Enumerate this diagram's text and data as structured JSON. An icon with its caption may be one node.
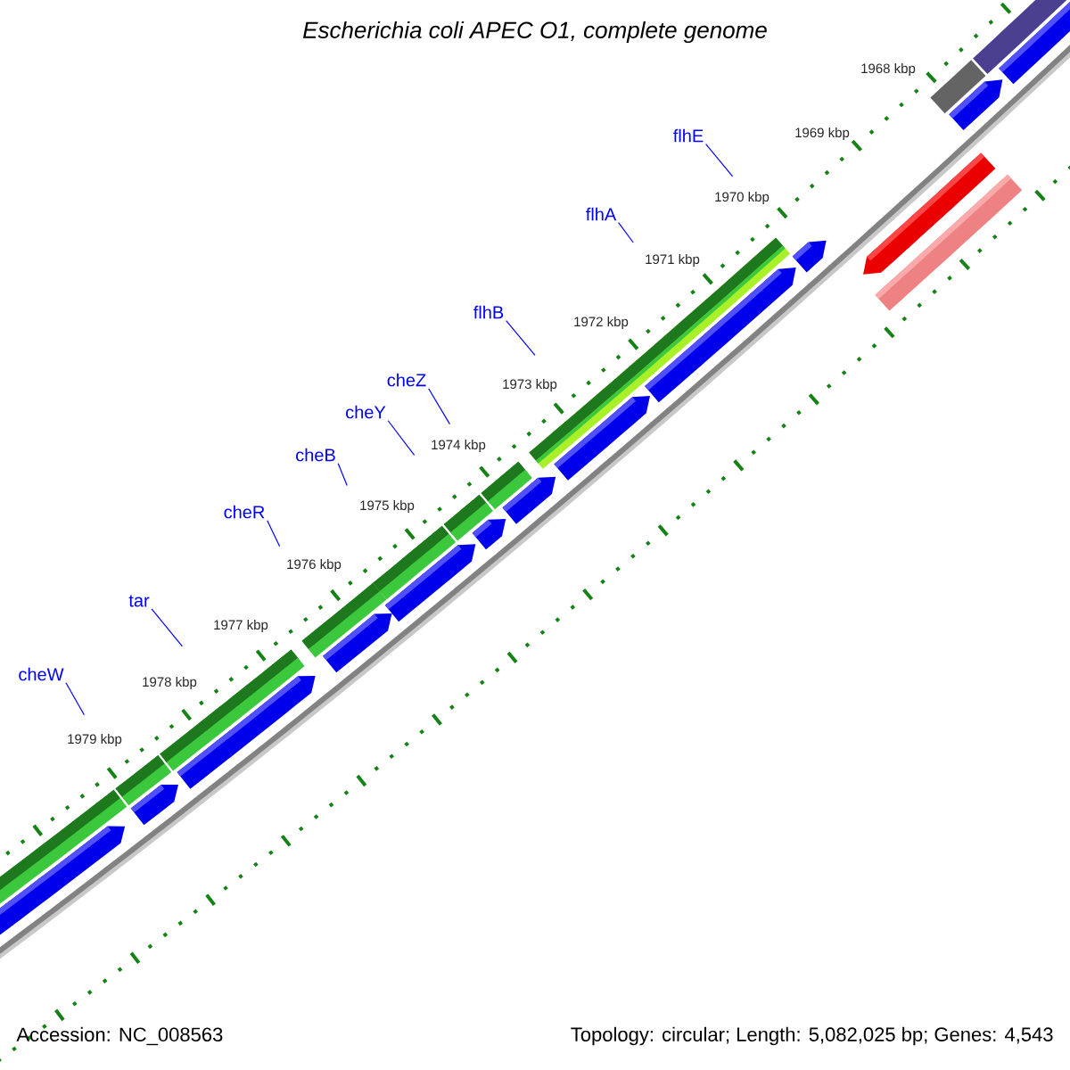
{
  "diagram": {
    "title": "Escherichia coli APEC O1, complete genome",
    "nodes": [
      {
        "text": [
          "flhE"
        ]
      },
      {
        "text": [
          "flhA"
        ]
      },
      {
        "text": [
          "flhB"
        ]
      },
      {
        "text": [
          "cheZ"
        ]
      },
      {
        "text": [
          "cheY"
        ]
      },
      {
        "text": [
          "cheB"
        ]
      },
      {
        "text": [
          "cheR"
        ]
      },
      {
        "text": [
          "tar"
        ]
      },
      {
        "text": [
          "cheW"
        ]
      }
    ],
    "edges": [
      {
        "from": 0,
        "to": null,
        "arrow": "none"
      },
      {
        "from": 1,
        "to": null,
        "arrow": "none"
      },
      {
        "from": 2,
        "to": null,
        "arrow": "none"
      },
      {
        "from": 3,
        "to": null,
        "arrow": "none"
      },
      {
        "from": 4,
        "to": null,
        "arrow": "none"
      },
      {
        "from": 5,
        "to": null,
        "arrow": "none"
      },
      {
        "from": 6,
        "to": null,
        "arrow": "none"
      },
      {
        "from": 7,
        "to": null,
        "arrow": "none"
      },
      {
        "from": 8,
        "to": null,
        "arrow": "none"
      }
    ],
    "labels": [
      "1968 kbp",
      "1969 kbp",
      "1970 kbp",
      "1971 kbp",
      "1972 kbp",
      "1973 kbp",
      "1974 kbp",
      "1975 kbp",
      "1976 kbp",
      "1977 kbp",
      "1978 kbp",
      "1979 kbp",
      "Accession: NC_008563",
      "Topology: circular; Length: 5,082,025 bp; Genes: 4,543"
    ]
  }
}
